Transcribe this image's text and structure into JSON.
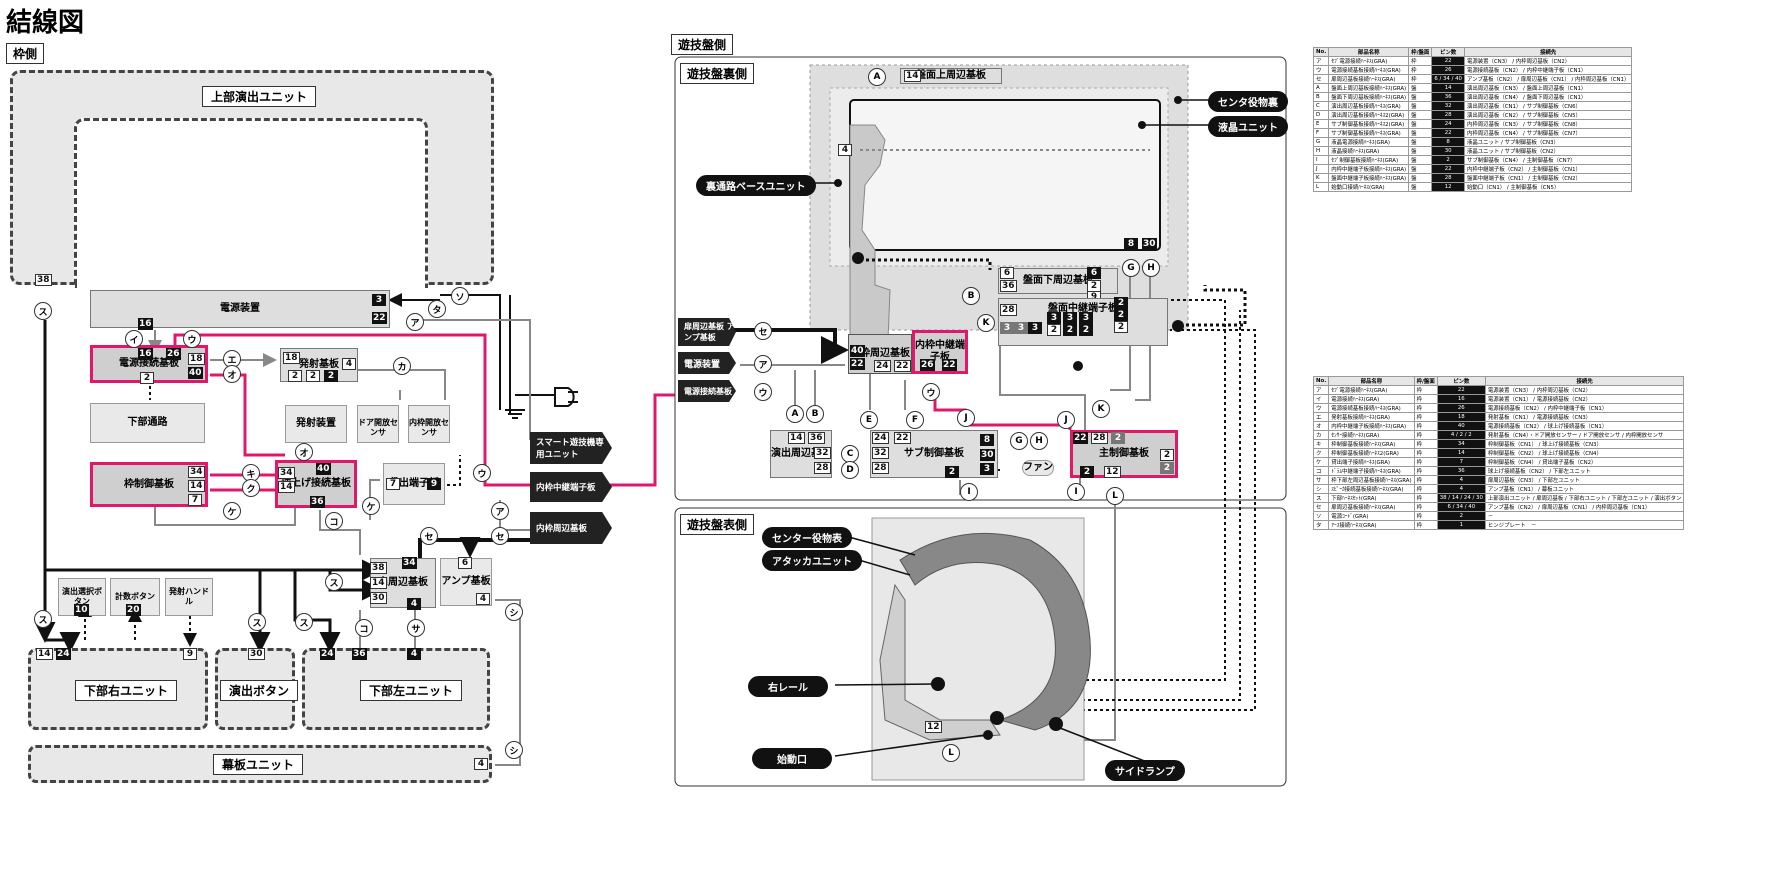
{
  "title": "結線図",
  "sections": {
    "frame": "枠側",
    "board": "遊技盤側",
    "board_back": "遊技盤裏側",
    "board_front": "遊技盤表側"
  },
  "frame_units": {
    "top_unit": "上部演出ユニット",
    "power": "電源装置",
    "power_relay": "電源接続基板",
    "lower_path": "下部通路",
    "launch_board": "発射基板",
    "launch_device": "発射装置",
    "door_sensor": "ドア開放センサ",
    "inner_sensor": "内枠開放センサ",
    "frame_ctrl": "枠制御基板",
    "ball_lift": "球上げ接続基板",
    "lend_relay": "貸出端子板",
    "effect_select": "演出選択ボタン",
    "count_button": "計数ボタン",
    "launch_handle": "発射ハンドル",
    "periphery": "扉周辺基板",
    "amp": "アンプ基板",
    "lower_right": "下部右ユニット",
    "effect_button": "演出ボタン",
    "lower_left": "下部左ユニット",
    "curtain": "幕板ユニット",
    "smart": "スマート遊技機専用ユニット",
    "inner_relay": "内枠中継端子板",
    "inner_periph": "内枠周辺基板"
  },
  "board_units": {
    "center_deco": "センタ役物裏",
    "lcd": "液晶ユニット",
    "back_base": "裏通路ベースユニット",
    "top_periph": "盤面上周辺基板",
    "bottom_periph": "盤面下周辺基板",
    "mid_relay": "盤面中継端子板",
    "door_amp": "扉周辺基板 アンプ基板",
    "power": "電源装置",
    "power_relay": "電源接続基板",
    "inner_periph": "内枠周辺基板",
    "inner_relay": "内枠中継端子板",
    "effect_periph": "演出周辺基板",
    "sub_ctrl": "サブ制御基板",
    "fan": "ファン",
    "main_ctrl": "主制御基板",
    "front_center": "センター役物表",
    "attacker": "アタッカユニット",
    "right_rail": "右レール",
    "start": "始動口",
    "side_lamp": "サイドランプ"
  },
  "pins": {
    "p38": "38",
    "p3": "3",
    "p22": "22",
    "p16": "16",
    "p26": "26",
    "p18": "18",
    "p40": "40",
    "p4": "4",
    "p2": "2",
    "p34": "34",
    "p14": "14",
    "p7": "7",
    "p36": "36",
    "p9": "9",
    "p10": "10",
    "p20": "20",
    "p24": "24",
    "p30": "30",
    "p6": "6",
    "p8": "8",
    "p28": "28",
    "p32": "32",
    "p12": "12"
  },
  "table_headers": [
    "No.",
    "部品名称",
    "枠/盤面",
    "ピン数",
    "接続先"
  ],
  "table1": [
    {
      "no": "ア",
      "name": "ｾﾌﾞ電源接続ﾊｰﾈｽ(GRA)",
      "side": "枠",
      "pins": "22",
      "dest": "電源装置（CN3） / 内枠周辺基板（CN2）"
    },
    {
      "no": "ウ",
      "name": "電源接続基板接続ﾊｰﾈｽ(GRA)",
      "side": "枠",
      "pins": "26",
      "dest": "電源接続基板（CN2） / 内枠中継端子板（CN1）"
    },
    {
      "no": "セ",
      "name": "扉周辺基板接続ﾊｰﾈｽ(GRA)",
      "side": "枠",
      "pins": "6 / 34 / 40",
      "dest": "アンプ基板（CN2） / 扉周辺基板（CN1） / 内枠周辺基板（CN1）"
    },
    {
      "no": "A",
      "name": "盤面上周辺基板接続ﾊｰﾈｽ(GRA)",
      "side": "盤",
      "pins": "14",
      "dest": "演出周辺基板（CN3） / 盤面上周辺基板（CN1）"
    },
    {
      "no": "B",
      "name": "盤面下周辺基板接続ﾊｰﾈｽ(GRA)",
      "side": "盤",
      "pins": "36",
      "dest": "演出周辺基板（CN4） / 盤面下周辺基板（CN1）"
    },
    {
      "no": "C",
      "name": "演出周辺基板接続ﾊｰﾈｽ(GRA)",
      "side": "盤",
      "pins": "32",
      "dest": "演出周辺基板（CN1） / サブ制御基板（CN6）"
    },
    {
      "no": "D",
      "name": "演出周辺基板接続ﾊｰﾈｽ2(GRA)",
      "side": "盤",
      "pins": "28",
      "dest": "演出周辺基板（CN2） / サブ制御基板（CN5）"
    },
    {
      "no": "E",
      "name": "サブ制御基板接続ﾊｰﾈｽ2(GRA)",
      "side": "盤",
      "pins": "24",
      "dest": "内枠周辺基板（CN3） / サブ制御基板（CN8）"
    },
    {
      "no": "F",
      "name": "サブ制御基板接続ﾊｰﾈｽ(GRA)",
      "side": "盤",
      "pins": "22",
      "dest": "内枠周辺基板（CN4） / サブ制御基板（CN7）"
    },
    {
      "no": "G",
      "name": "液晶電源接続ﾊｰﾈｽ(GRA)",
      "side": "盤",
      "pins": "8",
      "dest": "液晶ユニット / サブ制御基板（CN3）"
    },
    {
      "no": "H",
      "name": "液晶接続ﾊｰﾈｽ(GRA)",
      "side": "盤",
      "pins": "30",
      "dest": "液晶ユニット / サブ制御基板（CN2）"
    },
    {
      "no": "I",
      "name": "ｾﾌﾞ制御基板接続ﾊｰﾈｽ(GRA)",
      "side": "盤",
      "pins": "2",
      "dest": "サブ制御基板（CN4） / 主制御基板（CN7）"
    },
    {
      "no": "J",
      "name": "内枠中継端子板接続ﾊｰﾈｽ(GRA)",
      "side": "盤",
      "pins": "22",
      "dest": "内枠中継端子板（CN2） / 主制御基板（CN1）"
    },
    {
      "no": "K",
      "name": "盤面中継端子板接続ﾊｰﾈｽ(GRA)",
      "side": "盤",
      "pins": "28",
      "dest": "盤面中継端子板（CN1） / 主制御基板（CN2）"
    },
    {
      "no": "L",
      "name": "始動口接続ﾊｰﾈｽ(GRA)",
      "side": "盤",
      "pins": "12",
      "dest": "始動口（CN1） / 主制御基板（CN5）"
    }
  ],
  "table2": [
    {
      "no": "ア",
      "name": "ｾﾌﾞ電源接続ﾊｰﾈｽ(GRA)",
      "side": "枠",
      "pins": "22",
      "dest": "電源装置（CN3） / 内枠周辺基板（CN2）"
    },
    {
      "no": "イ",
      "name": "電源接続ﾊｰﾈｽ(GRA)",
      "side": "枠",
      "pins": "16",
      "dest": "電源装置（CN1） / 電源接続基板（CN2）"
    },
    {
      "no": "ウ",
      "name": "電源接続基板接続ﾊｰﾈｽ(GRA)",
      "side": "枠",
      "pins": "26",
      "dest": "電源接続基板（CN2） / 内枠中継端子板（CN1）"
    },
    {
      "no": "エ",
      "name": "発射基板接続ﾊｰﾈｽ(GRA)",
      "side": "枠",
      "pins": "18",
      "dest": "発射基板（CN1） / 電源接続基板（CN3）"
    },
    {
      "no": "オ",
      "name": "内枠中継端子板接続ﾊｰﾈｽ(GRA)",
      "side": "枠",
      "pins": "40",
      "dest": "電源接続基板（CN2） / 球上げ接続基板（CN1）"
    },
    {
      "no": "カ",
      "name": "ｾﾝｻｰ接続ﾊｰﾈｽ(GRA)",
      "side": "枠",
      "pins": "4 / 2 / 2",
      "dest": "発射基板（CN4）・ドア開放センサー / ドア開放センサ / 内枠開放センサ"
    },
    {
      "no": "キ",
      "name": "枠制御基板接続ﾊｰﾈｽ(GRA)",
      "side": "枠",
      "pins": "34",
      "dest": "枠制御基板（CN1） / 球上げ接続基板（CN3）"
    },
    {
      "no": "ク",
      "name": "枠制御基板接続ﾊｰﾈｽ2(GRA)",
      "side": "枠",
      "pins": "14",
      "dest": "枠制御基板（CN2） / 球上げ接続基板（CN4）"
    },
    {
      "no": "ケ",
      "name": "貸出端子接続ﾊｰﾈｽ(GRA)",
      "side": "枠",
      "pins": "7",
      "dest": "枠制御基板（CN4） / 貸出端子基板（CN2）"
    },
    {
      "no": "コ",
      "name": "ﾄﾞﾗﾑ中継端子接続ﾊｰﾈｽ(GRA)",
      "side": "枠",
      "pins": "36",
      "dest": "球上げ接続基板（CN2） / 下部左ユニット"
    },
    {
      "no": "サ",
      "name": "枠下部左周辺基板接続ﾊｰﾈｽ(GRA)",
      "side": "枠",
      "pins": "4",
      "dest": "扉周辺基板（CN3） / 下部左ユニット"
    },
    {
      "no": "シ",
      "name": "ｽﾋﾟｰｶ接続基板接続ﾊｰﾈｽ(GRA)",
      "side": "枠",
      "pins": "4",
      "dest": "アンプ基板（CN1） / 幕板ユニット"
    },
    {
      "no": "ス",
      "name": "下部ﾊｰﾈｽｾｯﾄ(GRA)",
      "side": "枠",
      "pins": "38 / 14 / 24 / 30",
      "dest": "上部演出ユニット / 扉周辺基板 / 下部右ユニット / 下部左ユニット / 演出ボタン"
    },
    {
      "no": "セ",
      "name": "扉周辺基板接続ﾊｰﾈｽ(GRA)",
      "side": "枠",
      "pins": "6 / 34 / 40",
      "dest": "アンプ基板（CN2） / 扉周辺基板（CN1） / 内枠周辺基板（CN1）"
    },
    {
      "no": "ソ",
      "name": "電源ｺｰﾄﾞ(GRA)",
      "side": "枠",
      "pins": "2",
      "dest": "－"
    },
    {
      "no": "タ",
      "name": "ｱｰｽ接続ﾊｰﾈｽ(GRA)",
      "side": "枠",
      "pins": "1",
      "dest": "ヒンジプレート　－"
    }
  ],
  "colors": {
    "accent": "#e0176b",
    "dark": "#111111",
    "red": "#e8152a",
    "blue": "#1622e0"
  }
}
